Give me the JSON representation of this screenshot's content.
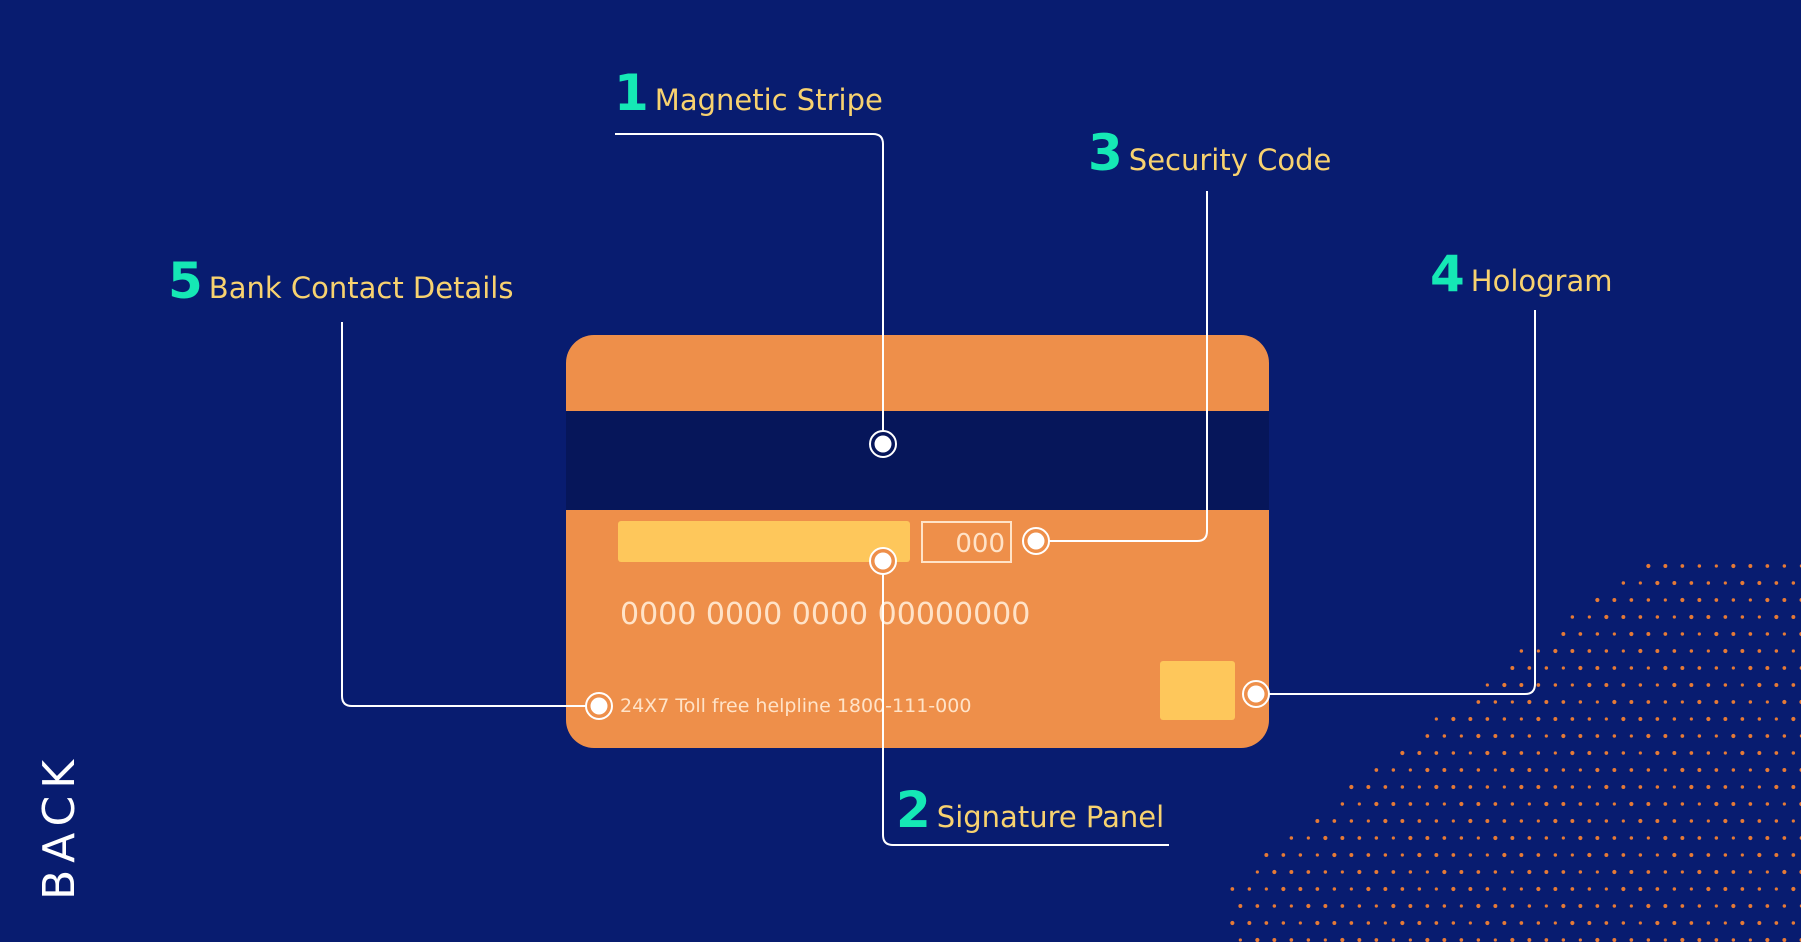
{
  "colors": {
    "background": "#081c70",
    "card": "#ee8f4a",
    "stripe": "#06165a",
    "signature_panel": "#fec75b",
    "hologram": "#fec75b",
    "number_color": "#15e8b5",
    "label_color": "#f8d26f",
    "line_color": "#ffffff",
    "side_label_color": "#ffffff",
    "dots": "#e67a36",
    "card_text": "#ffe3c8"
  },
  "side_label": "BACK",
  "card": {
    "cvv": "000",
    "card_number": "0000 0000 0000 00000000",
    "helpline": "24X7 Toll free helpline 1800-111-000"
  },
  "callouts": [
    {
      "number": "1",
      "label": "Magnetic Stripe"
    },
    {
      "number": "2",
      "label": "Signature Panel"
    },
    {
      "number": "3",
      "label": "Security Code"
    },
    {
      "number": "4",
      "label": "Hologram"
    },
    {
      "number": "5",
      "label": "Bank Contact Details"
    }
  ]
}
